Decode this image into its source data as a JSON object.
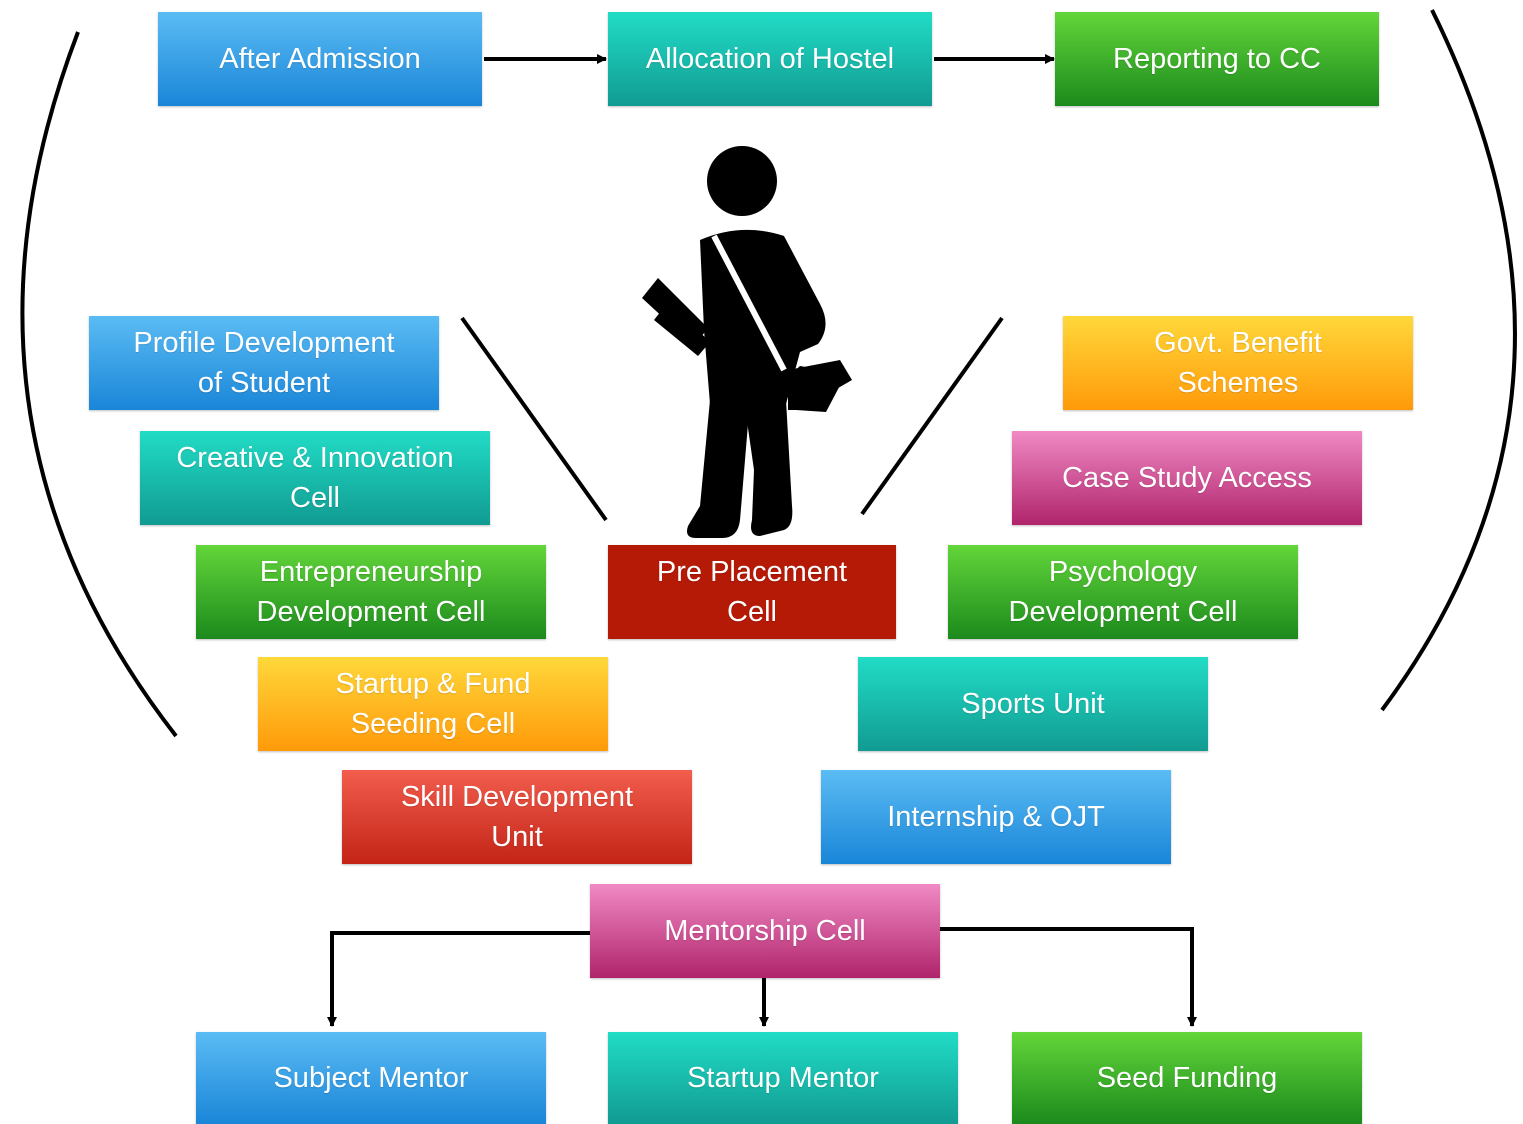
{
  "top_row": {
    "after_admission": "After Admission",
    "allocation_of_hostel": "Allocation of Hostel",
    "reporting_to_cc": "Reporting to CC"
  },
  "center": {
    "pre_placement": "Pre Placement\nCell"
  },
  "left_column": {
    "profile_development": "Profile Development\nof Student",
    "creative_innovation": "Creative & Innovation\nCell",
    "entrepreneurship": "Entrepreneurship\nDevelopment Cell",
    "startup_fund": "Startup & Fund\nSeeding Cell",
    "skill_development": "Skill Development\nUnit"
  },
  "right_column": {
    "govt_benefit": "Govt. Benefit\nSchemes",
    "case_study": "Case Study Access",
    "psychology": "Psychology\nDevelopment Cell",
    "sports_unit": "Sports Unit",
    "internship": "Internship & OJT"
  },
  "mentorship": {
    "root": "Mentorship Cell",
    "subject_mentor": "Subject Mentor",
    "startup_mentor": "Startup Mentor",
    "seed_funding": "Seed Funding"
  },
  "colors": {
    "blue": "#1a86d8",
    "teal": "#119b92",
    "green": "#1b8a1c",
    "orange": "#ff9a0a",
    "pink": "#b0246c",
    "red": "#c32416",
    "dark_red": "#b41a06",
    "connector": "#000000"
  },
  "icons": {
    "figure": "student-with-books-and-bag-icon"
  }
}
